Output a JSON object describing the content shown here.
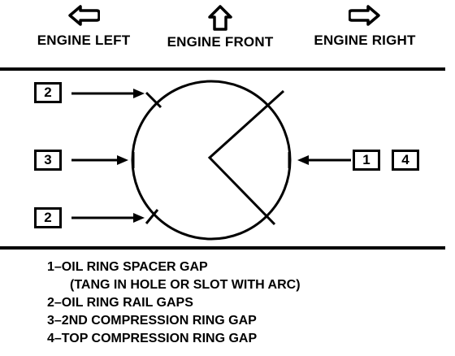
{
  "header": {
    "left": {
      "label": "ENGINE LEFT",
      "icon": "arrow-left-icon"
    },
    "front": {
      "label": "ENGINE FRONT",
      "icon": "arrow-up-icon"
    },
    "right": {
      "label": "ENGINE RIGHT",
      "icon": "arrow-right-icon"
    }
  },
  "callouts": {
    "upper_left": "2",
    "left": "3",
    "lower_left": "2",
    "right_a": "1",
    "right_b": "4"
  },
  "legend": [
    "1–OIL RING SPACER GAP",
    "(TANG IN HOLE OR SLOT WITH ARC)",
    "2–OIL RING RAIL GAPS",
    "3–2ND COMPRESSION RING GAP",
    "4–TOP COMPRESSION RING GAP"
  ]
}
